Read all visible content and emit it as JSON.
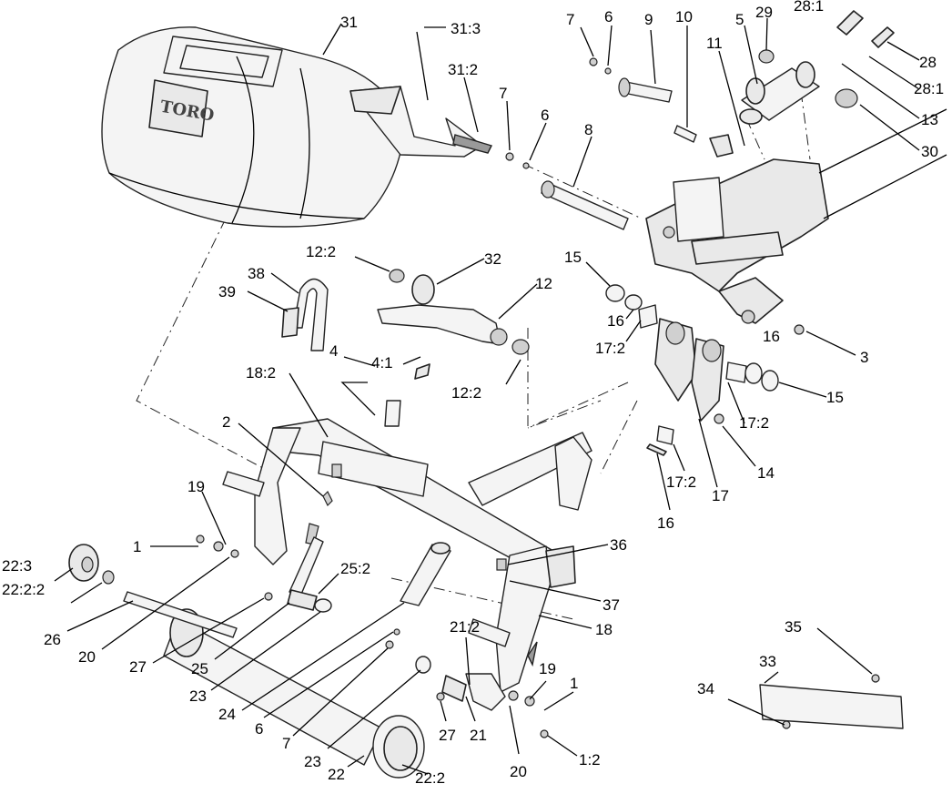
{
  "diagram": {
    "logo_text": "TORO",
    "callouts": [
      "31",
      "31:3",
      "31:2",
      "7",
      "6",
      "9",
      "10",
      "5",
      "29",
      "28:1",
      "28",
      "28:1",
      "11",
      "13",
      "30",
      "7",
      "6",
      "8",
      "12:2",
      "32",
      "38",
      "39",
      "12",
      "15",
      "16",
      "17:2",
      "16",
      "3",
      "4",
      "4:1",
      "18:2",
      "12:2",
      "15",
      "17:2",
      "14",
      "2",
      "17:2",
      "17",
      "16",
      "19",
      "1",
      "22:3",
      "22:2:2",
      "36",
      "25:2",
      "26",
      "20",
      "27",
      "37",
      "25",
      "18",
      "23",
      "24",
      "35",
      "33",
      "21:2",
      "19",
      "1",
      "34",
      "6",
      "7",
      "27",
      "21",
      "20",
      "1:2",
      "23",
      "22",
      "22:2"
    ]
  }
}
